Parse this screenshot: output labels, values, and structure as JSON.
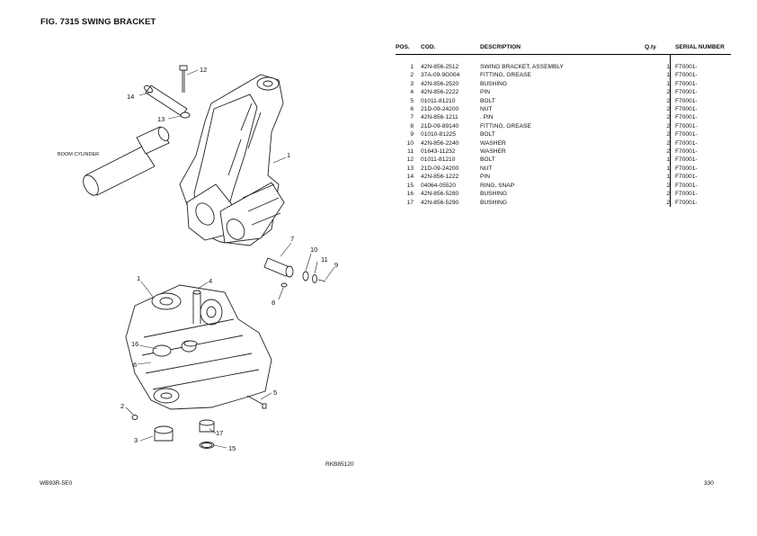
{
  "page": {
    "title": "FIG. 7315 SWING BRACKET",
    "reference_code": "RKB85120",
    "model": "WB93R-5E0",
    "page_number": "330"
  },
  "diagram": {
    "label_boom_cylinder": "BOOM CYLINDER",
    "callouts": [
      "12",
      "14",
      "13",
      "1",
      "7",
      "10",
      "11",
      "9",
      "8",
      "1",
      "4",
      "16",
      "6",
      "5",
      "2",
      "3",
      "17",
      "15"
    ]
  },
  "table": {
    "headers": {
      "pos": "POS.",
      "cod": "COD.",
      "description": "DESCRIPTION",
      "qty": "Q.ty",
      "serial": "SERIAL NUMBER"
    },
    "rows": [
      {
        "pos": "1",
        "cod": "42N-856-2512",
        "description": "SWING BRACKET, ASSEMBLY",
        "qty": "1",
        "serial": "F70001-"
      },
      {
        "pos": "2",
        "cod": "37A-09-9G004",
        "description": "FITTING, GREASE",
        "qty": "1",
        "serial": "F70001-"
      },
      {
        "pos": "3",
        "cod": "42N-856-2520",
        "description": "BUSHING",
        "qty": "1",
        "serial": "F70001-"
      },
      {
        "pos": "4",
        "cod": "42N-856-2222",
        "description": "PIN",
        "qty": "2",
        "serial": "F70001-"
      },
      {
        "pos": "5",
        "cod": "01011-81210",
        "description": "BOLT",
        "qty": "2",
        "serial": "F70001-"
      },
      {
        "pos": "6",
        "cod": "21D-09-24200",
        "description": "NUT",
        "qty": "2",
        "serial": "F70001-"
      },
      {
        "pos": "7",
        "cod": "42N-856-1211",
        "description": ". PIN",
        "qty": "2",
        "serial": "F70001-"
      },
      {
        "pos": "8",
        "cod": "21D-09-89140",
        "description": "FITTING, GREASE",
        "qty": "2",
        "serial": "F70001-"
      },
      {
        "pos": "9",
        "cod": "01010-81225",
        "description": "BOLT",
        "qty": "2",
        "serial": "F70001-"
      },
      {
        "pos": "10",
        "cod": "42N-856-2240",
        "description": "WASHER",
        "qty": "2",
        "serial": "F70001-"
      },
      {
        "pos": "11",
        "cod": "01643-11232",
        "description": "WASHER",
        "qty": "2",
        "serial": "F70001-"
      },
      {
        "pos": "12",
        "cod": "01011-81210",
        "description": "BOLT",
        "qty": "1",
        "serial": "F70001-"
      },
      {
        "pos": "13",
        "cod": "21D-09-24200",
        "description": "NUT",
        "qty": "1",
        "serial": "F70001-"
      },
      {
        "pos": "14",
        "cod": "42N-856-1222",
        "description": "PIN",
        "qty": "1",
        "serial": "F70001-"
      },
      {
        "pos": "15",
        "cod": "04064-05520",
        "description": "RING, SNAP",
        "qty": "2",
        "serial": "F70001-"
      },
      {
        "pos": "16",
        "cod": "42N-856-5280",
        "description": "BUSHING",
        "qty": "2",
        "serial": "F70001-"
      },
      {
        "pos": "17",
        "cod": "42N-856-5290",
        "description": "BUSHING",
        "qty": "2",
        "serial": "F70001-"
      }
    ]
  }
}
